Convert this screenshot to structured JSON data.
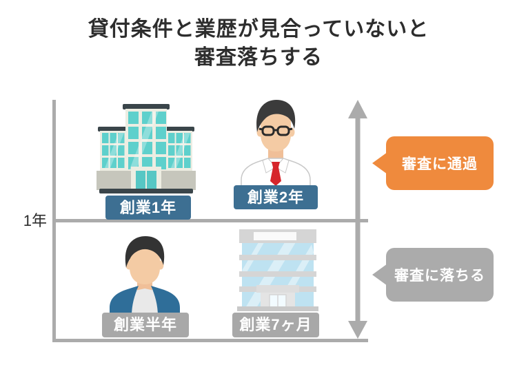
{
  "title": {
    "line1": "貸付条件と業歴が見合っていないと",
    "line2": "審査落ちする"
  },
  "axis": {
    "year_label": "1年"
  },
  "sections": {
    "pass": {
      "bubble": "審査に通過",
      "arrow_icon": "arrow-up-icon",
      "items": [
        {
          "icon": "office-building-icon",
          "label": "創業1年"
        },
        {
          "icon": "businessman-icon",
          "label": "創業2年"
        }
      ]
    },
    "fail": {
      "bubble": "審査に落ちる",
      "arrow_icon": "arrow-down-icon",
      "items": [
        {
          "icon": "casual-man-icon",
          "label": "創業半年"
        },
        {
          "icon": "glass-building-icon",
          "label": "創業7ヶ月"
        }
      ]
    }
  },
  "colors": {
    "accent_orange": "#EF8A3D",
    "line_gray": "#ABABAB",
    "badge_blue": "#3D6F92",
    "badge_gray": "#A8A8A8",
    "title_color": "#2D2D2D",
    "callout_text": "#FFFFFF"
  }
}
